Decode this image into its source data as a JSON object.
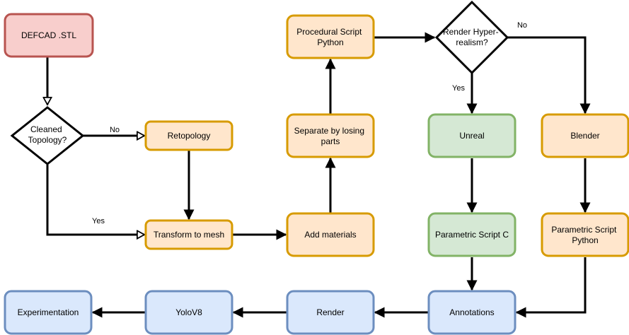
{
  "colors": {
    "red_fill": "#f8cecc",
    "red_stroke": "#b85450",
    "orange_fill": "#ffe6cc",
    "orange_stroke": "#d79b00",
    "green_fill": "#d5e8d4",
    "green_stroke": "#82b366",
    "blue_fill": "#dae8fc",
    "blue_stroke": "#6c8ebf",
    "edge": "#000000"
  },
  "nodes": {
    "defcad": {
      "label": [
        "DEFCAD .STL"
      ]
    },
    "cleaned": {
      "label": [
        "Cleaned",
        "Topology?"
      ]
    },
    "retopology": {
      "label": [
        "Retopology"
      ]
    },
    "transform": {
      "label": [
        "Transform to mesh"
      ]
    },
    "materials": {
      "label": [
        "Add materials"
      ]
    },
    "separate": {
      "label": [
        "Separate by losing",
        "parts"
      ]
    },
    "procedural": {
      "label": [
        "Procedural Script",
        "Python"
      ]
    },
    "render_hyper": {
      "label": [
        "Render Hyper-",
        "realism?"
      ]
    },
    "unreal": {
      "label": [
        "Unreal"
      ]
    },
    "blender": {
      "label": [
        "Blender"
      ]
    },
    "param_c": {
      "label": [
        "Parametric Script C"
      ]
    },
    "param_py": {
      "label": [
        "Parametric Script",
        "Python"
      ]
    },
    "annotations": {
      "label": [
        "Annotations"
      ]
    },
    "render": {
      "label": [
        "Render"
      ]
    },
    "yolo": {
      "label": [
        "YoloV8"
      ]
    },
    "experimentation": {
      "label": [
        "Experimentation"
      ]
    }
  },
  "edges": {
    "no_cleaned": "No",
    "yes_cleaned": "Yes",
    "no_render": "No",
    "yes_render": "Yes"
  }
}
